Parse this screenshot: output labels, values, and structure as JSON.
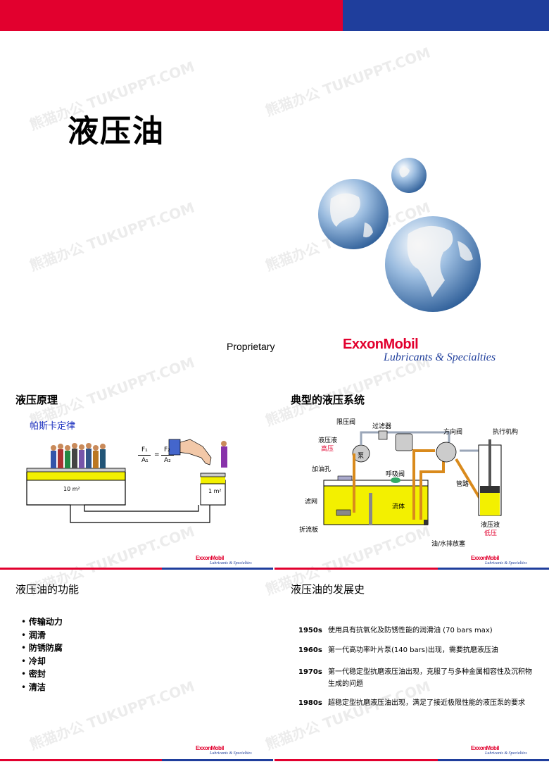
{
  "cover": {
    "title": "液压油",
    "proprietary": "Proprietary",
    "logo_name": "ExxonMobil",
    "logo_tag": "Lubricants & Specialties"
  },
  "slide_principle": {
    "title": "液压原理",
    "subtitle": "帕斯卡定律",
    "area_left": "10 m²",
    "area_right": "1 m²",
    "formula": {
      "f1": "F₁",
      "a1": "A₁",
      "eq": "=",
      "f2": "F₂",
      "a2": "A₂"
    }
  },
  "slide_system": {
    "title": "典型的液压系统",
    "labels": {
      "relief_valve": "限压阀",
      "filter": "过滤器",
      "directional_valve": "方向阀",
      "actuator": "执行机构",
      "hp_fluid": "液压液",
      "hp": "高压",
      "pump": "泵",
      "filler": "加油孔",
      "breather": "呼吸阀",
      "piping": "管路",
      "strainer": "滤网",
      "fluid": "流体",
      "baffle": "折流板",
      "lp_fluid": "液压液",
      "lp": "低压",
      "drain": "油/水排放塞"
    }
  },
  "slide_functions": {
    "title": "液压油的功能",
    "items": [
      "传输动力",
      "润滑",
      "防锈防腐",
      "冷却",
      "密封",
      "清洁"
    ]
  },
  "slide_history": {
    "title": "液压油的发展史",
    "rows": [
      {
        "year": "1950s",
        "text": "使用具有抗氧化及防锈性能的润滑油 (70 bars max)"
      },
      {
        "year": "1960s",
        "text": "第一代高功率叶片泵(140 bars)出现，需要抗磨液压油"
      },
      {
        "year": "1970s",
        "text": "第一代稳定型抗磨液压油出现，克服了与多种金属相容性及沉积物生成的问题"
      },
      {
        "year": "1980s",
        "text": "超稳定型抗磨液压油出现，满足了接近极限性能的液压泵的要求"
      }
    ]
  },
  "footer_logo": {
    "name": "ExxonMobil",
    "tag": "Lubricants & Specialties"
  },
  "watermark": "熊猫办公 TUKUPPT.COM",
  "colors": {
    "red": "#e2002e",
    "blue": "#1f3e9c",
    "yellow": "#f3f000",
    "pipe": "#d98a1c"
  }
}
